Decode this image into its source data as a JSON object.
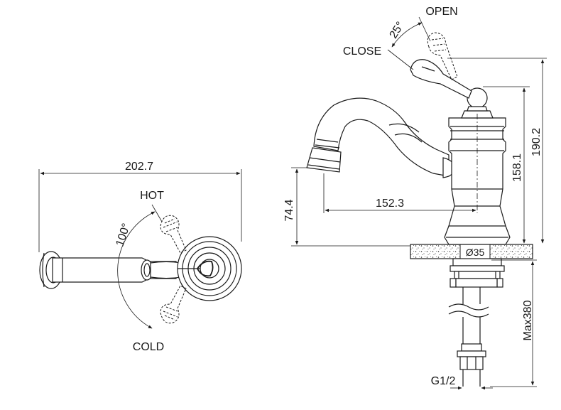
{
  "top_view": {
    "width_dim": "202.7",
    "hot_label": "HOT",
    "cold_label": "COLD",
    "rotation_angle": "100°"
  },
  "side_view": {
    "open_label": "OPEN",
    "close_label": "CLOSE",
    "lever_angle": "25°",
    "reach_dim": "152.3",
    "spout_height_dim": "74.4",
    "body_height_dim": "158.1",
    "total_height_dim": "190.2",
    "base_diameter_dim": "Ø35",
    "hose_length_dim": "Max380",
    "connection_dim": "G1/2"
  },
  "colors": {
    "line": "#1a1a1a",
    "background": "#ffffff"
  }
}
